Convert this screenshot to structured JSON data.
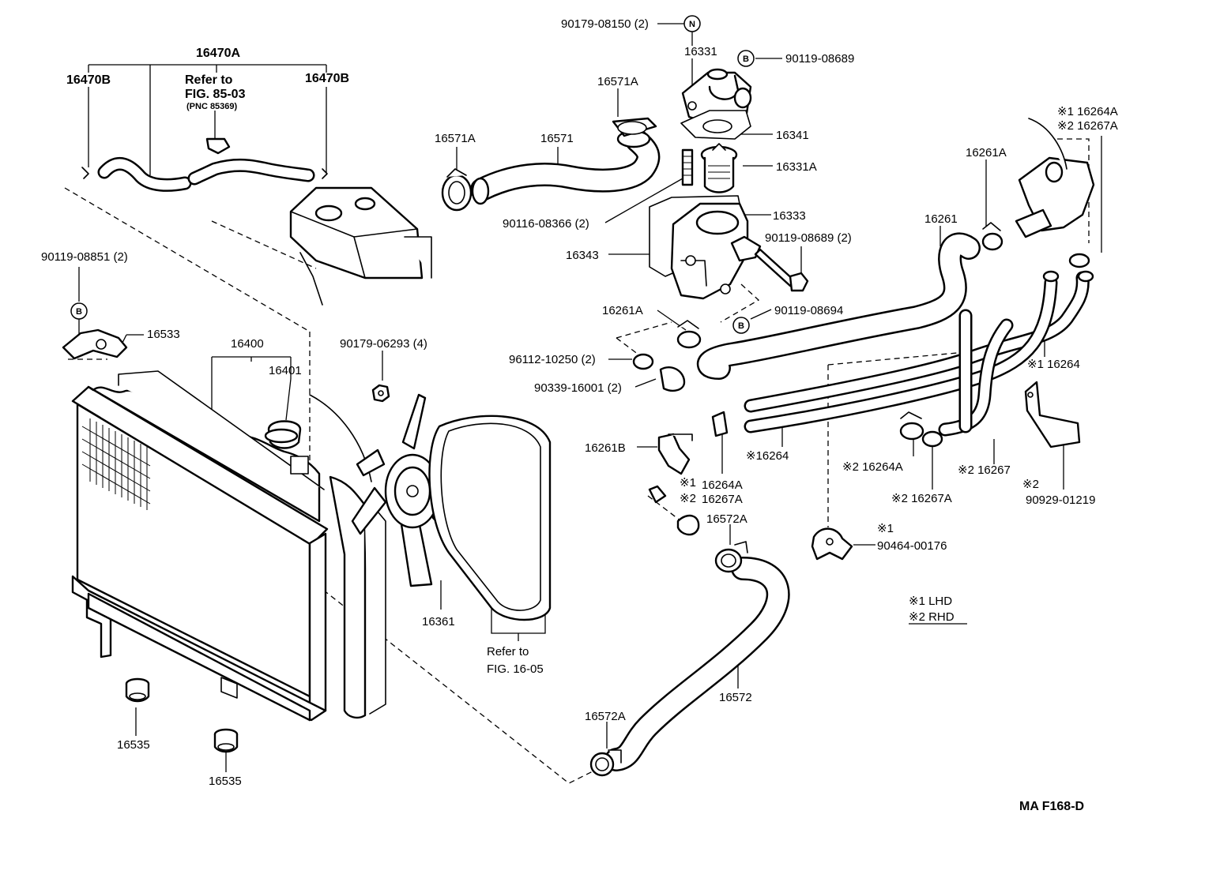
{
  "diagram": {
    "code": "MA  F168-D",
    "legend": {
      "lhd": "※1 LHD",
      "rhd": "※2 RHD"
    },
    "markers": {
      "b": "B",
      "n": "N"
    },
    "labels": {
      "p16470A": "16470A",
      "p16470B_left": "16470B",
      "p16470B_right": "16470B",
      "refer_85_line1": "Refer to",
      "refer_85_line2": "FIG. 85-03",
      "refer_85_line3": "(PNC 85369)",
      "p90119_08851": "90119-08851 (2)",
      "p16533": "16533",
      "p16400": "16400",
      "p16401": "16401",
      "p90179_06293": "90179-06293 (4)",
      "p16535_a": "16535",
      "p16535_b": "16535",
      "p16361": "16361",
      "refer_16_line1": "Refer to",
      "refer_16_line2": "FIG. 16-05",
      "p16571A_top": "16571A",
      "p16571A_left": "16571A",
      "p16571": "16571",
      "p90116_08366": "90116-08366 (2)",
      "p90179_08150": "90179-08150 (2)",
      "p16331": "16331",
      "p90119_08689": "90119-08689",
      "p16341": "16341",
      "p16331A": "16331A",
      "p16333": "16333",
      "p90119_08689_2": "90119-08689 (2)",
      "p16343": "16343",
      "p16261A_mid": "16261A",
      "p90119_08694": "90119-08694",
      "p96112_10250": "96112-10250 (2)",
      "p90339_16001": "90339-16001 (2)",
      "p16261B": "16261B",
      "p16264A_mid": "16264A",
      "p16267A_mid": "16267A",
      "note1_mid": "※1",
      "note2_mid": "※2",
      "p16572A_top": "16572A",
      "p16572": "16572",
      "p16572A_bottom": "16572A",
      "p16264A_top": "※1 16264A",
      "p16267A_top": "※2 16267A",
      "p16261A_right": "16261A",
      "p16261": "16261",
      "p16264_right": "※1 16264",
      "p16264_left": "※16264",
      "p16264A_low": "※2 16264A",
      "p16267A_low": "※2 16267A",
      "p16267_low": "※2 16267",
      "note2_bracket": "※2",
      "p90929_01219": "90929-01219",
      "note1_clamp": "※1",
      "p90464_00176": "90464-00176"
    }
  }
}
